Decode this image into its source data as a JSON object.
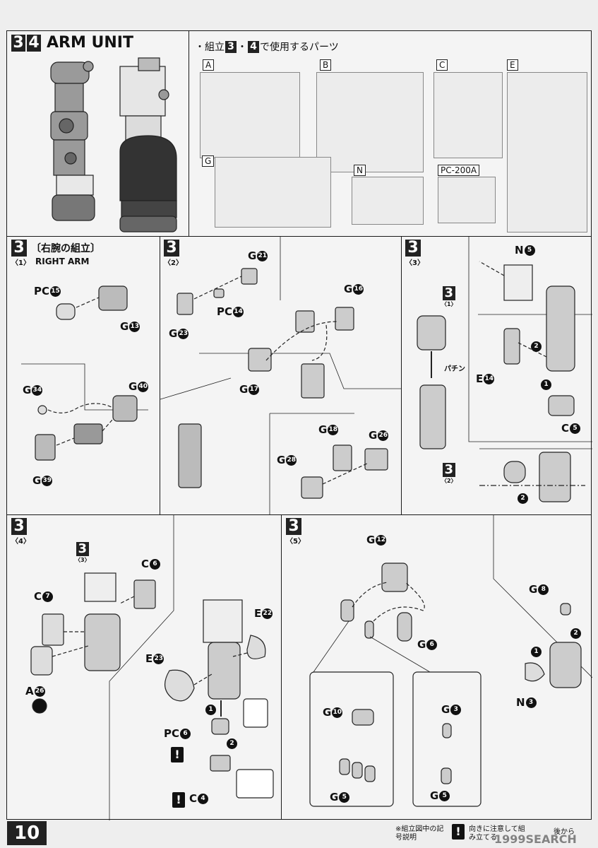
{
  "header": {
    "step_a": "3",
    "step_b": "4",
    "title": "ARM UNIT"
  },
  "parts_used": {
    "caption": "・組立",
    "step_a": "3",
    "sep": "・",
    "step_b": "4",
    "caption_end": "で使用するパーツ",
    "runners": [
      "A",
      "B",
      "C",
      "E",
      "G",
      "N",
      "PC-200A"
    ]
  },
  "step3_1": {
    "num": "3",
    "sub": "〈1〉",
    "title_jp": "〔右腕の組立〕",
    "title_en": "RIGHT ARM",
    "parts": [
      {
        "letter": "PC",
        "num": "15"
      },
      {
        "letter": "G",
        "num": "13"
      },
      {
        "letter": "G",
        "num": "34"
      },
      {
        "letter": "G",
        "num": "40"
      },
      {
        "letter": "G",
        "num": "39"
      }
    ]
  },
  "step3_2": {
    "num": "3",
    "sub": "〈2〉",
    "parts": [
      {
        "letter": "G",
        "num": "21"
      },
      {
        "letter": "PC",
        "num": "14"
      },
      {
        "letter": "G",
        "num": "23"
      },
      {
        "letter": "G",
        "num": "16"
      },
      {
        "letter": "G",
        "num": "17"
      },
      {
        "letter": "G",
        "num": "18"
      },
      {
        "letter": "G",
        "num": "26"
      },
      {
        "letter": "G",
        "num": "28"
      }
    ]
  },
  "step3_3": {
    "num": "3",
    "sub": "〈3〉",
    "ref_top_num": "3",
    "ref_top_sub": "〈1〉",
    "ref_bottom_num": "3",
    "ref_bottom_sub": "〈2〉",
    "snap": "パチン",
    "parts": [
      {
        "letter": "N",
        "num": "5"
      },
      {
        "letter": "E",
        "num": "14"
      },
      {
        "letter": "C",
        "num": "5"
      }
    ],
    "order": [
      "1",
      "2",
      "2"
    ]
  },
  "step3_4": {
    "num": "3",
    "sub": "〈4〉",
    "ref_num": "3",
    "ref_sub": "〈3〉",
    "parts": [
      {
        "letter": "C",
        "num": "6"
      },
      {
        "letter": "C",
        "num": "7"
      },
      {
        "letter": "A",
        "num": "26"
      },
      {
        "letter": "E",
        "num": "22"
      },
      {
        "letter": "E",
        "num": "23"
      },
      {
        "letter": "PC",
        "num": "6"
      },
      {
        "letter": "C",
        "num": "4"
      }
    ],
    "order": [
      "1",
      "2"
    ],
    "caution": "!"
  },
  "step3_5": {
    "num": "3",
    "sub": "〈5〉",
    "parts": [
      {
        "letter": "G",
        "num": "12"
      },
      {
        "letter": "G",
        "num": "6"
      },
      {
        "letter": "G",
        "num": "10"
      },
      {
        "letter": "G",
        "num": "5"
      },
      {
        "letter": "G",
        "num": "3"
      },
      {
        "letter": "G",
        "num": "5"
      },
      {
        "letter": "G",
        "num": "8"
      },
      {
        "letter": "N",
        "num": "3"
      }
    ],
    "order": [
      "1",
      "2"
    ]
  },
  "footer": {
    "page": "10",
    "legend_title": "※組立図中の記号説明",
    "legend_caution": "向きに注意して組み立てる",
    "legend_from": "後から",
    "watermark": "1999SEARCH"
  }
}
